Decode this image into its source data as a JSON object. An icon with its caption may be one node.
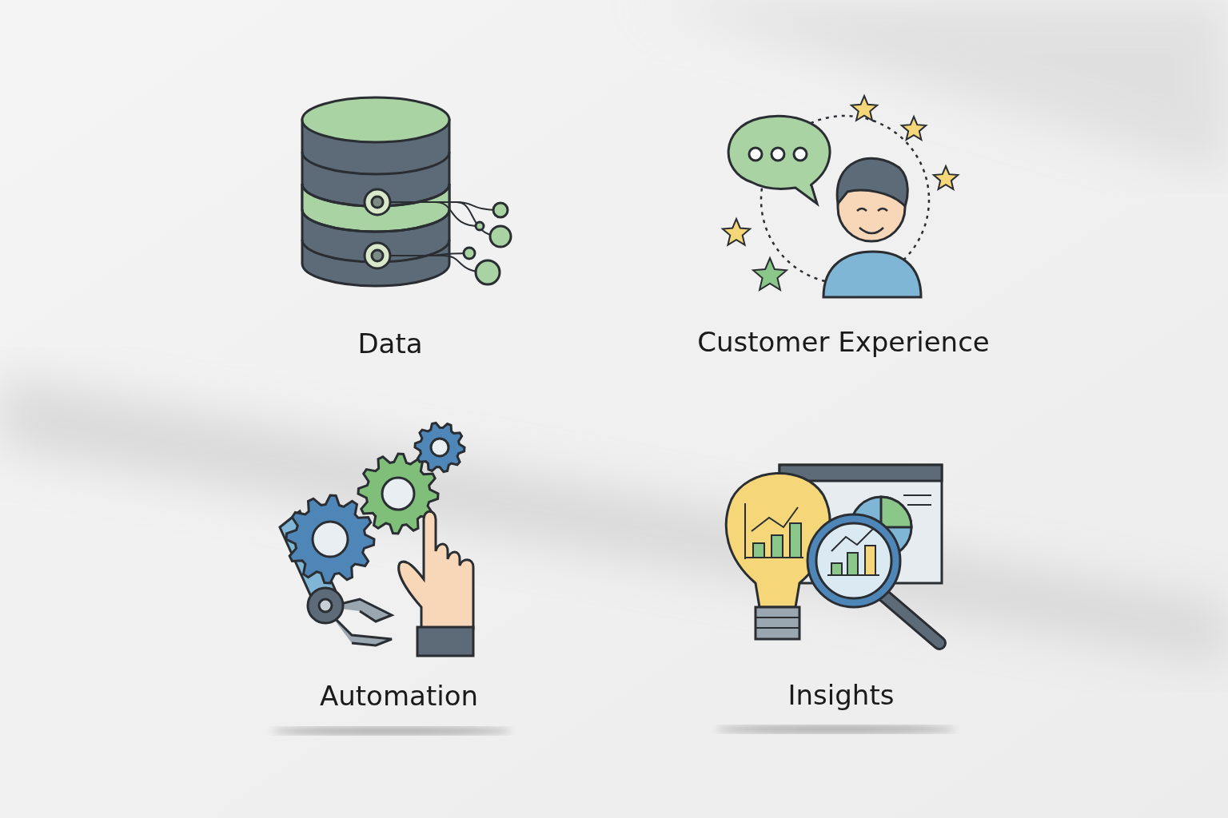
{
  "diagram": {
    "labels": [
      "Data",
      "Customer Experience",
      "Automation",
      "Insights"
    ]
  }
}
